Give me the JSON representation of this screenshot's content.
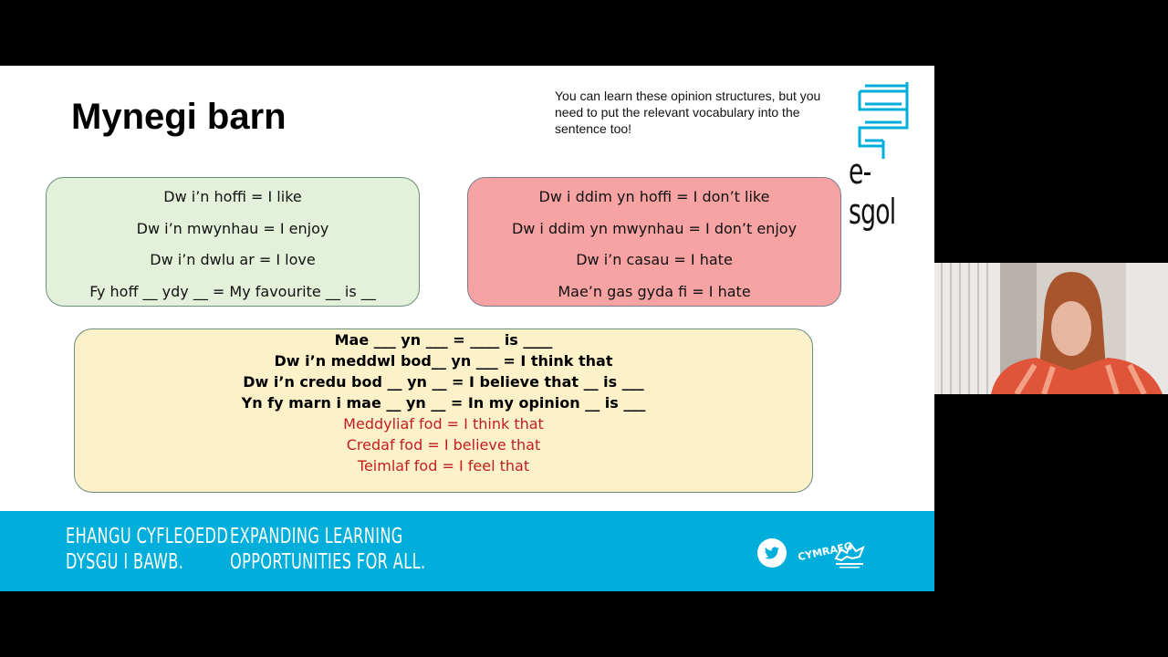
{
  "slide": {
    "title": "Mynegi barn",
    "note": "You can learn these opinion structures, but you need to put the relevant vocabulary into the sentence too!",
    "logo_text": "e-sgol"
  },
  "likes": [
    "Dw i’n hoffi = I like",
    "Dw i’n mwynhau = I enjoy",
    "Dw i’n dwlu ar = I love",
    "Fy hoff __ ydy __ = My favourite __ is __"
  ],
  "dislikes": [
    "Dw i ddim yn hoffi = I don’t like",
    "Dw i ddim yn mwynhau = I don’t enjoy",
    "Dw i’n casau = I hate",
    "Mae’n gas gyda fi = I hate"
  ],
  "opinions_bold": [
    "Mae ___ yn ___ = ____ is ____",
    "Dw i’n meddwl bod__ yn ___  = I think that",
    "Dw i’n credu bod __ yn __ = I believe that __ is ___",
    "Yn fy marn i mae __ yn __ = In my opinion __ is ___"
  ],
  "opinions_red": [
    "Meddyliaf fod = I think that",
    "Credaf fod = I believe that",
    "Teimlaf fod = I feel that"
  ],
  "footer": {
    "welsh_line1": "EHANGU CYFLEOEDD",
    "welsh_line2": "DYSGU I BAWB.",
    "english_line1": "EXPANDING LEARNING",
    "english_line2": "OPPORTUNITIES FOR ALL.",
    "cymraeg_label": "CYMRAEG",
    "accent": "#00aedb"
  },
  "colors": {
    "green_box": "#e3f0da",
    "red_box": "#f7a3a3",
    "yellow_box": "#fdf1ca",
    "red_text": "#c11f1f"
  }
}
